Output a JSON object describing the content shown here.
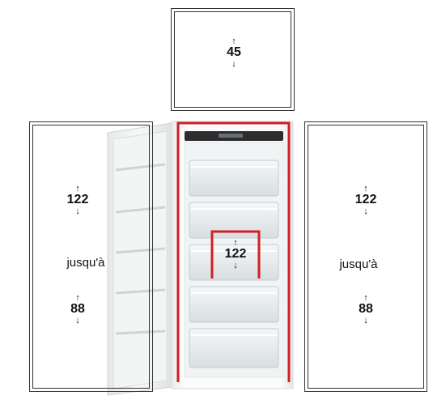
{
  "top_box": {
    "measure": "45"
  },
  "left_box": {
    "max_measure": "122",
    "label": "jusqu'à",
    "min_measure": "88"
  },
  "right_box": {
    "max_measure": "122",
    "label": "jusqu'à",
    "min_measure": "88"
  },
  "center": {
    "measure": "122"
  },
  "colors": {
    "frame": "#333333",
    "highlight": "#d01f24"
  },
  "icons": {
    "up": "arrow-up-icon",
    "down": "arrow-down-icon"
  }
}
